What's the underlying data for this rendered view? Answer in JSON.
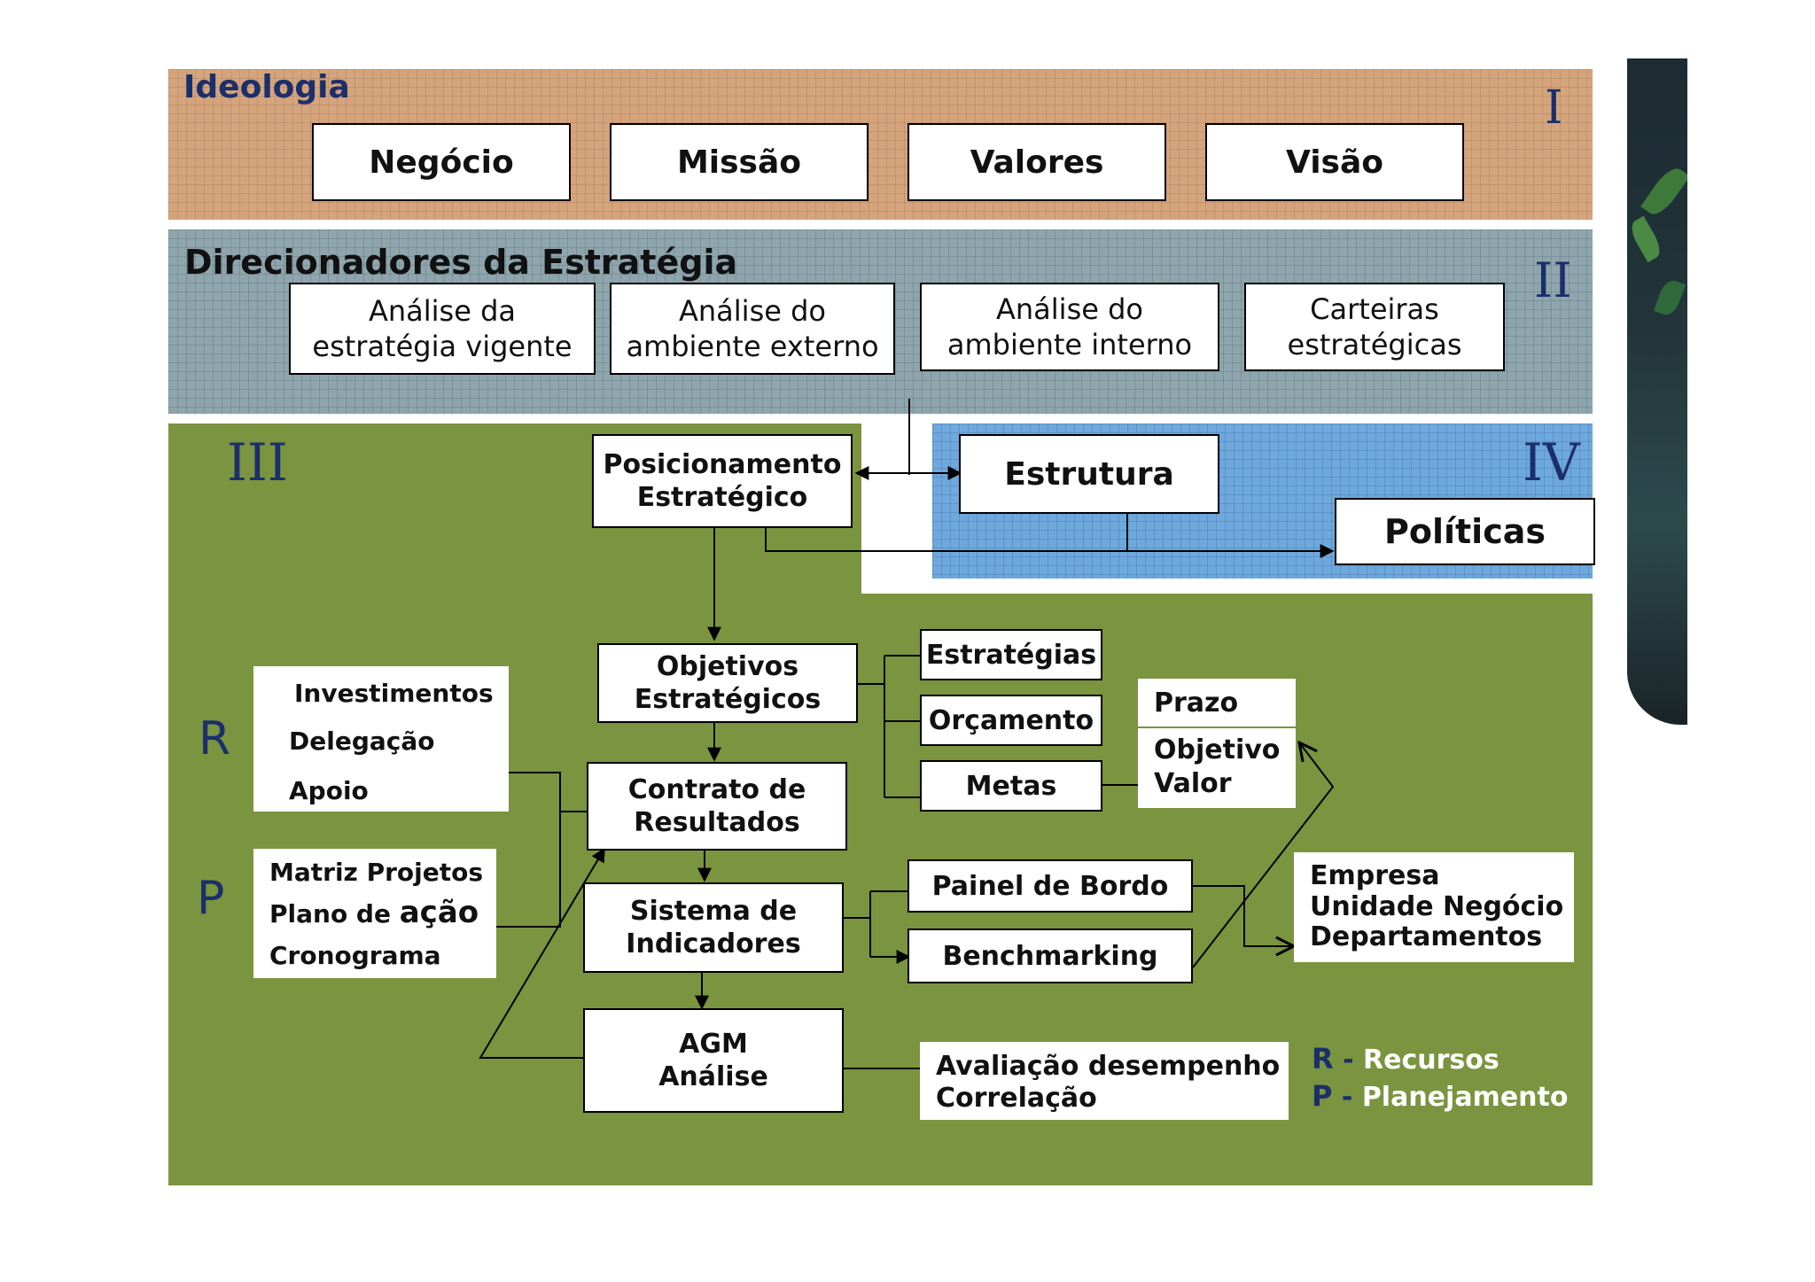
{
  "sections": {
    "ideologia": {
      "title": "Ideologia",
      "numeral": "I",
      "boxes": [
        "Negócio",
        "Missão",
        "Valores",
        "Visão"
      ]
    },
    "direcionadores": {
      "title": "Direcionadores da Estratégia",
      "numeral": "II",
      "boxes": [
        "Análise da\nestratégia vigente",
        "Análise do\nambiente externo",
        "Análise do\nambiente interno",
        "Carteiras\nestratégicas"
      ]
    },
    "section3": {
      "numeral": "III"
    },
    "section4": {
      "numeral": "IV"
    }
  },
  "nodes": {
    "posicionamento": "Posicionamento\nEstratégico",
    "estrutura": "Estrutura",
    "politicas": "Políticas",
    "objetivos": "Objetivos\nEstratégicos",
    "estrategias": "Estratégias",
    "orcamento": "Orçamento",
    "metas": "Metas",
    "prazo": "Prazo",
    "objetivo_valor": "Objetivo\nValor",
    "contrato": "Contrato de\nResultados",
    "sistema": "Sistema de\nIndicadores",
    "painel": "Painel de Bordo",
    "benchmarking": "Benchmarking",
    "empresa": "Empresa\nUnidade Negócio\nDepartamentos",
    "agm": "AGM\nAnálise",
    "avaliacao": "Avaliação desempenho\nCorrelação"
  },
  "r_group": {
    "letter": "R",
    "items": [
      "Investimentos",
      "Delegação",
      "Apoio"
    ]
  },
  "p_group": {
    "letter": "P",
    "items": [
      "Matriz Projetos",
      "Plano de ",
      "ação",
      "Cronograma"
    ]
  },
  "legend": {
    "r_letter": "R",
    "r_dash": "-",
    "r_text": "Recursos",
    "p_letter": "P",
    "p_dash": "-",
    "p_text": "Planejamento"
  }
}
